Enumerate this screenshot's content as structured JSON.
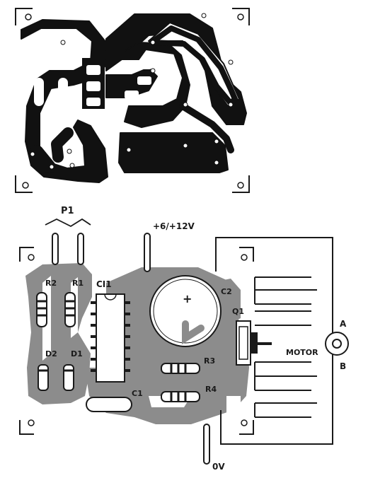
{
  "labels": {
    "p1": "P1",
    "supply": "+6/+12V",
    "ci1": "CI1",
    "r1": "R1",
    "r2": "R2",
    "r3": "R3",
    "r4": "R4",
    "d1": "D1",
    "d2": "D2",
    "c1": "C1",
    "c2": "C2",
    "q1": "Q1",
    "motor": "MOTOR",
    "terminal_a": "A",
    "terminal_b": "B",
    "ground": "0V",
    "plus_mark": "+"
  },
  "colors": {
    "copper": "#111111",
    "board_shade": "#8c8c8c",
    "ink": "#1a1a1a",
    "paper": "#ffffff"
  }
}
